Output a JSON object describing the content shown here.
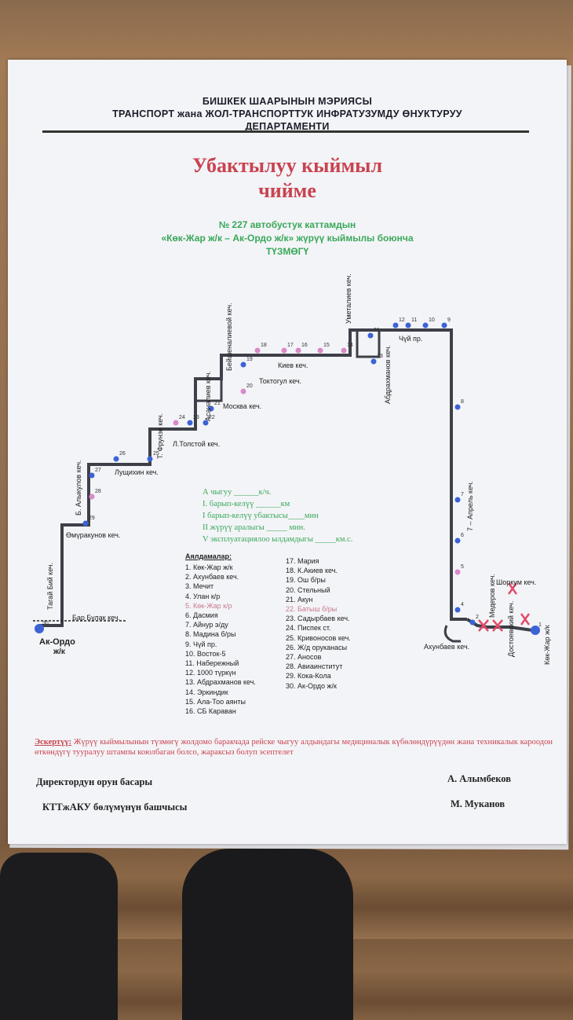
{
  "header": {
    "line1": "БИШКЕК ШААРЫНЫН МЭРИЯСЫ",
    "line2": "ТРАНСПОРТ жана ЖОЛ-ТРАНСПОРТТУК ИНФРАТУЗУМДУ ӨНУКТУРУУ",
    "line3": "ДЕПАРТАМЕНТИ"
  },
  "title": {
    "line1": "Убактылуу кыймыл",
    "line2": "чийме"
  },
  "subtitle": {
    "line1": "№ 227  автобустук каттамдын",
    "line2": "«Көк-Жар ж/к – Ак-Ордо ж/к» жүрүү кыймылы боюнча",
    "line3": "ТҮЗМӨГҮ"
  },
  "streets": {
    "tagai": "Тагай Бий кеч.",
    "bar_bulak": "Бар Булак кеч.",
    "ak_ordo": "Ак-Ордо",
    "ak_ordo2": "ж/к",
    "omurakunov": "Өмүракунов кеч.",
    "almykulov": "Б. Алыкулов кеч.",
    "lushchikhin": "Лущихин кеч.",
    "frunze": "Т. Фрунзе кеч.",
    "tolstoy": "Л.Толстой кеч.",
    "asanaliev": "Асаналиев кеч.",
    "moskva": "Москва кеч.",
    "beishenaliev": "Бейшеналиевой кеч.",
    "toktogul": "Токтогул кеч.",
    "kiev": "Киев кеч.",
    "umetaliev": "Уметалиев кеч.",
    "abdrakhmanov": "Абдрахманов кеч.",
    "chui": "Чүй пр.",
    "april7": "7 – Апрель кеч.",
    "akhunbaev": "Ахунбаев кеч.",
    "mederov": "Медеров кеч.",
    "dostoevsky": "Достоевский кеч.",
    "shorkum": "Шоркум кеч.",
    "kok_jar": "Көк-Жар ж/к"
  },
  "stop_numbers": [
    "30",
    "29",
    "28",
    "27",
    "26",
    "25",
    "24",
    "23",
    "22",
    "21",
    "20",
    "19",
    "18",
    "17",
    "16",
    "15",
    "14",
    "13",
    "31",
    "12",
    "11",
    "10",
    "9",
    "8",
    "7",
    "6",
    "5",
    "4",
    "2",
    "1"
  ],
  "info": {
    "l1": "А чыгуу ______к/ч.",
    "l2": "I. барып-келүү ______км",
    "l3": "I барып-келүү убактысы____мин",
    "l4": "II жүрүү аралыгы _____ мин.",
    "l5": "V эксплуатациялоо ылдамдыгы _____км.с."
  },
  "legend": {
    "title": "Аялдамалар:",
    "col1": [
      "1. Көк-Жар ж/к",
      "2. Ахунбаев кеч.",
      "3. Мечит",
      "4. Улан к/р",
      "5. Көк-Жар к/р",
      "6. Дасмия",
      "7. Айнур э/ду",
      "8. Мадина б/ры",
      "9. Чүй пр.",
      "10. Восток-5",
      "11. Набережный",
      "12. 1000 түркүн",
      "13. Абдрахманов кеч.",
      "14. Эркиндик",
      "15. Ала-Тоо аянты",
      "16. СБ Караван"
    ],
    "col2": [
      "17. Мария",
      "18. К.Акиев кеч.",
      "19. Ош б/ры",
      "20. Стельный",
      "21. Акун",
      "22. Батыш б/ры",
      "23. Садырбаев кеч.",
      "24. Писпек ст.",
      "25. Кривоносов кеч.",
      "26. Ж/д оруканасы",
      "27. Аносов",
      "28. Авиаинститут",
      "29. Кока-Кола",
      "30. Ак-Ордо ж/к"
    ]
  },
  "note": {
    "label": "Эскертүү:",
    "text": " Жүрүү кыймылынын түзмөгү жолдомо баракчада рейске чыгуу алдындагы медициналык күбөлөндүрүүдөн жана техникалык кароодон өткөндүгү тууралуу штампы коюлбаган болсо, жараксыз болуп эсептелет"
  },
  "signatures": {
    "left1": "Директордун орун басары",
    "right1": "А. Алымбеков",
    "left2": "КТТжАКУ  бөлүмүнүн башчысы",
    "right2": "М. Муканов"
  },
  "colors": {
    "route": "#3d4048",
    "stop_blue": "#3c63d6",
    "stop_pink": "#d98ac8",
    "title_red": "#c8434f",
    "green": "#3aa85a",
    "cross": "#e34b6a"
  }
}
